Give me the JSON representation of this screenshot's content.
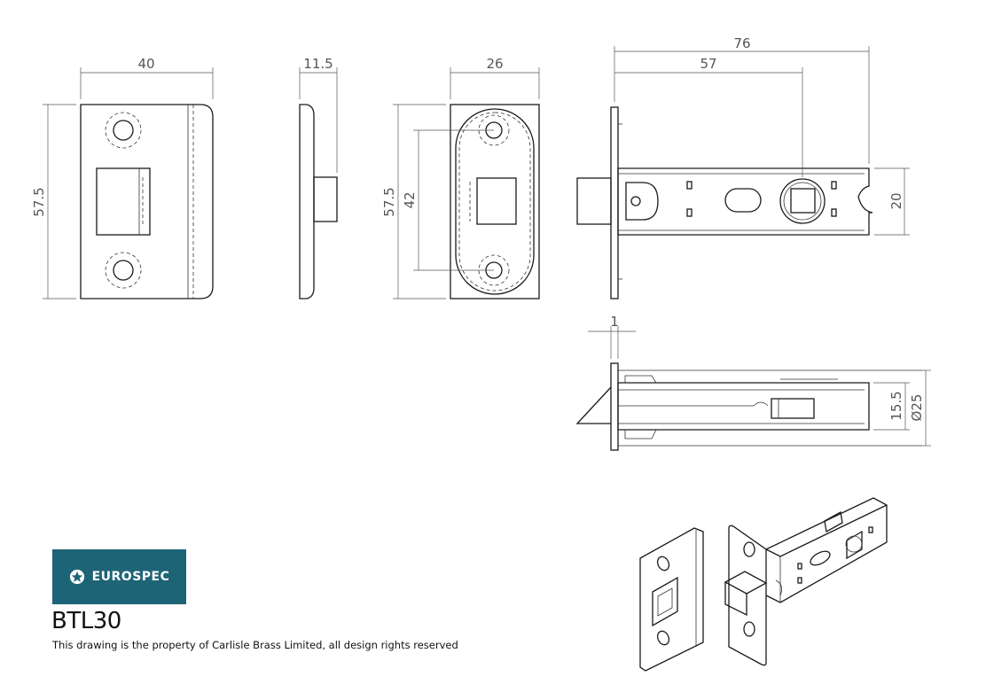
{
  "brand": {
    "name": "EUROSPEC",
    "color": "#1e6477"
  },
  "product": {
    "code": "BTL30"
  },
  "notice": "This drawing is the property of Carlisle Brass Limited, all design rights reserved",
  "dimensions": {
    "striker_width": "40",
    "striker_height": "57.5",
    "side_depth": "11.5",
    "faceplate_width": "26",
    "faceplate_height": "57.5",
    "fixing_centres": "42",
    "overall_length": "76",
    "backset": "57",
    "case_height": "20",
    "forend_thickness": "1",
    "case_depth": "15.5",
    "follower_diameter": "Ø25"
  },
  "icons": {
    "brand_logo": "star-emblem-icon"
  }
}
